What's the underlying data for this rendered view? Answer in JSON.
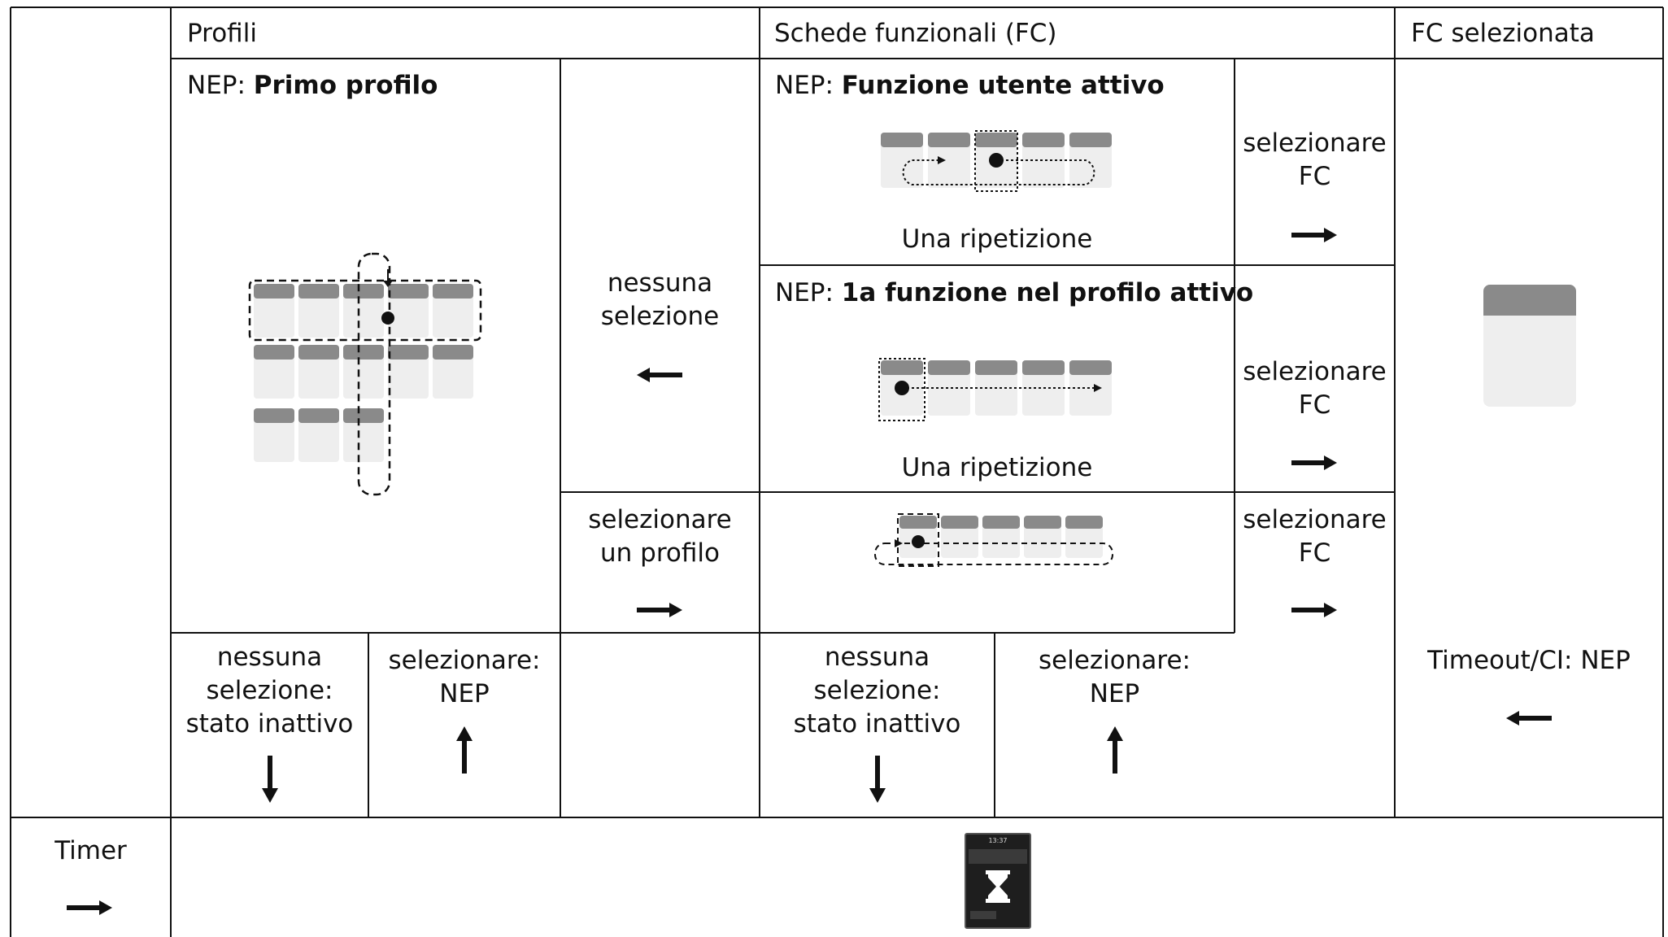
{
  "headers": {
    "profiles": "Profili",
    "cards": "Schede funzionali (FC)",
    "selected": "FC selezionata"
  },
  "profiles_panel": {
    "prefix": "NEP:",
    "title": "Primo profilo"
  },
  "card_panels": [
    {
      "prefix": "NEP:",
      "title": "Funzione utente attivo",
      "caption": "Una ripetizione"
    },
    {
      "prefix": "NEP:",
      "title": "1a funzione nel profilo attivo",
      "caption": "Una ripetizione"
    }
  ],
  "actions": {
    "no_selection_l1": "nessuna",
    "no_selection_l2": "selezione",
    "select_profile_l1": "selezionare",
    "select_profile_l2": "un profilo",
    "select_fc_l1": "selezionare",
    "select_fc_l2": "FC",
    "inactive_l1": "nessuna",
    "inactive_l2": "selezione:",
    "inactive_l3": "stato inattivo",
    "select_nep_l1": "selezionare:",
    "select_nep_l2": "NEP",
    "timeout": "Timeout/CI: NEP"
  },
  "timer": {
    "label": "Timer",
    "device_time": "13:37",
    "icon": "hourglass-icon"
  },
  "colors": {
    "card_header": "#8a8a8a",
    "card_body": "#eeeeee",
    "line": "#111111"
  }
}
